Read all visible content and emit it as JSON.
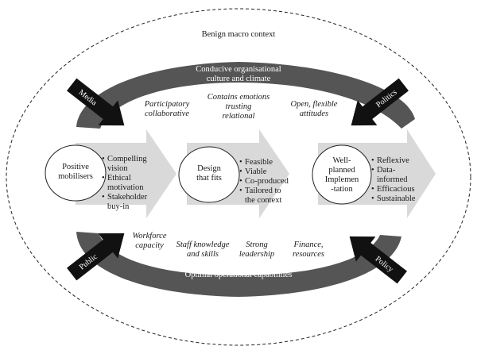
{
  "context_label": "Benign macro context",
  "top_band": {
    "line1": "Conducive organisational",
    "line2": "culture and climate"
  },
  "bottom_band": {
    "label": "Optimal operational capabilities"
  },
  "top_qualities": [
    {
      "line1": "Participatory",
      "line2": "collaborative"
    },
    {
      "line1": "Contains emotions",
      "line2": "trusting"
    },
    {
      "line1": "relational",
      "line2": ""
    },
    {
      "line1": "Open, flexible",
      "line2": "attitudes"
    }
  ],
  "bottom_capabilities": [
    {
      "line1": "Workforce",
      "line2": "capacity"
    },
    {
      "line1": "Staff knowledge",
      "line2": "and skills"
    },
    {
      "line1": "Strong",
      "line2": "leadership"
    },
    {
      "line1": "Finance,",
      "line2": "resources"
    }
  ],
  "influences": {
    "media": "Media",
    "politics": "Politics",
    "public": "Public",
    "policy": "Policy"
  },
  "stages": [
    {
      "circle1": "Positive",
      "circle2": "mobilisers",
      "circle3": "",
      "bullets": [
        "Compelling vision",
        "Ethical motivation",
        "Stakeholder buy-in"
      ],
      "bullet_lines": [
        [
          "Compelling",
          "vision"
        ],
        [
          "Ethical",
          "motivation"
        ],
        [
          "Stakeholder",
          "buy-in"
        ]
      ]
    },
    {
      "circle1": "Design",
      "circle2": "that fits",
      "circle3": "",
      "bullets": [
        "Feasible",
        "Viable",
        "Co-produced",
        "Tailored to the context"
      ],
      "bullet_lines": [
        [
          "Feasible"
        ],
        [
          "Viable"
        ],
        [
          "Co-produced"
        ],
        [
          "Tailored to",
          "the context"
        ]
      ]
    },
    {
      "circle1": "Well-",
      "circle2": "planned",
      "circle3": "Implemen",
      "circle4": "-tation",
      "bullets": [
        "Reflexive",
        "Data-informed",
        "Efficacious",
        "Sustainable"
      ],
      "bullet_lines": [
        [
          "Reflexive"
        ],
        [
          "Data-",
          "informed"
        ],
        [
          "Efficacious"
        ],
        [
          "Sustainable"
        ]
      ]
    }
  ],
  "colors": {
    "band": "#555555",
    "arrow": "#d9d9d9",
    "influence_arrow": "#111111",
    "circle_fill": "#ffffff"
  }
}
